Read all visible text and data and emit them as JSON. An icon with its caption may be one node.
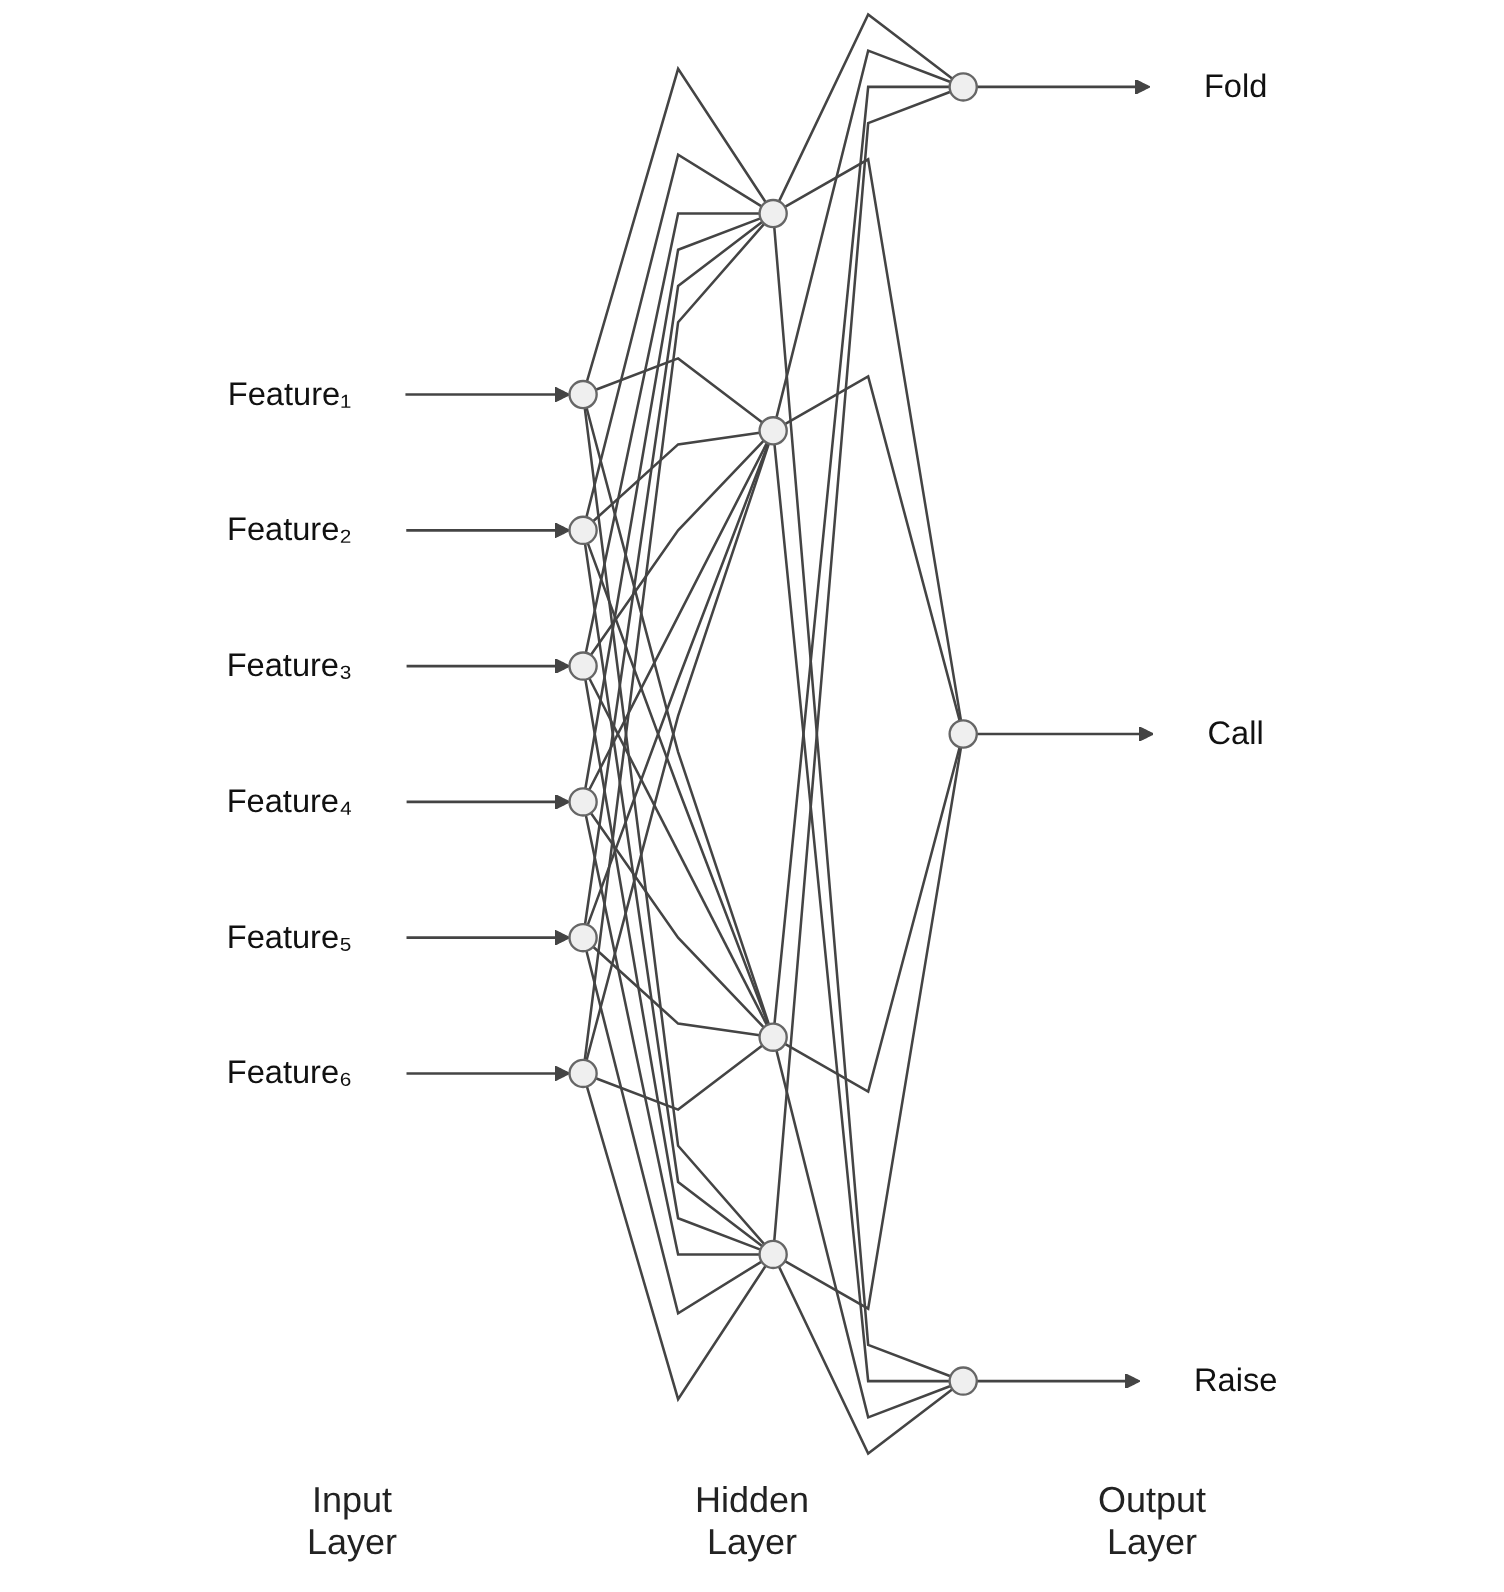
{
  "diagram": {
    "nodes": [
      {
        "text": [
          "Feature₁"
        ]
      },
      {
        "text": [
          "Feature₂"
        ]
      },
      {
        "text": [
          "Feature₃"
        ]
      },
      {
        "text": [
          "Feature₄"
        ]
      },
      {
        "text": [
          "Feature₅"
        ]
      },
      {
        "text": [
          "Feature₆"
        ]
      },
      {
        "text": [],
        "shape": "circle"
      },
      {
        "text": [],
        "shape": "circle"
      },
      {
        "text": [],
        "shape": "circle"
      },
      {
        "text": [],
        "shape": "circle"
      },
      {
        "text": [],
        "shape": "circle"
      },
      {
        "text": [],
        "shape": "circle"
      },
      {
        "text": [],
        "shape": "circle"
      },
      {
        "text": [],
        "shape": "circle"
      },
      {
        "text": [],
        "shape": "circle"
      },
      {
        "text": [],
        "shape": "circle"
      },
      {
        "text": [],
        "shape": "circle"
      },
      {
        "text": [],
        "shape": "circle"
      },
      {
        "text": [],
        "shape": "circle"
      },
      {
        "text": [
          "Fold"
        ]
      },
      {
        "text": [
          "Call"
        ]
      },
      {
        "text": [
          "Raise"
        ]
      }
    ],
    "edges": [
      {
        "from": 0,
        "to": 6,
        "arrow": "to"
      },
      {
        "from": 1,
        "to": 7,
        "arrow": "to"
      },
      {
        "from": 2,
        "to": 8,
        "arrow": "to"
      },
      {
        "from": 3,
        "to": 9,
        "arrow": "to"
      },
      {
        "from": 4,
        "to": 10,
        "arrow": "to"
      },
      {
        "from": 5,
        "to": 11,
        "arrow": "to"
      },
      {
        "from": 6,
        "to": 12,
        "arrow": "none"
      },
      {
        "from": 6,
        "to": 13,
        "arrow": "none"
      },
      {
        "from": 6,
        "to": 14,
        "arrow": "none"
      },
      {
        "from": 6,
        "to": 15,
        "arrow": "none"
      },
      {
        "from": 7,
        "to": 12,
        "arrow": "none"
      },
      {
        "from": 7,
        "to": 13,
        "arrow": "none"
      },
      {
        "from": 7,
        "to": 14,
        "arrow": "none"
      },
      {
        "from": 7,
        "to": 15,
        "arrow": "none"
      },
      {
        "from": 8,
        "to": 12,
        "arrow": "none"
      },
      {
        "from": 8,
        "to": 13,
        "arrow": "none"
      },
      {
        "from": 8,
        "to": 14,
        "arrow": "none"
      },
      {
        "from": 8,
        "to": 15,
        "arrow": "none"
      },
      {
        "from": 9,
        "to": 12,
        "arrow": "none"
      },
      {
        "from": 9,
        "to": 13,
        "arrow": "none"
      },
      {
        "from": 9,
        "to": 14,
        "arrow": "none"
      },
      {
        "from": 9,
        "to": 15,
        "arrow": "none"
      },
      {
        "from": 10,
        "to": 12,
        "arrow": "none"
      },
      {
        "from": 10,
        "to": 13,
        "arrow": "none"
      },
      {
        "from": 10,
        "to": 14,
        "arrow": "none"
      },
      {
        "from": 10,
        "to": 15,
        "arrow": "none"
      },
      {
        "from": 11,
        "to": 12,
        "arrow": "none"
      },
      {
        "from": 11,
        "to": 13,
        "arrow": "none"
      },
      {
        "from": 11,
        "to": 14,
        "arrow": "none"
      },
      {
        "from": 11,
        "to": 15,
        "arrow": "none"
      },
      {
        "from": 12,
        "to": 16,
        "arrow": "none"
      },
      {
        "from": 12,
        "to": 17,
        "arrow": "none"
      },
      {
        "from": 12,
        "to": 18,
        "arrow": "none"
      },
      {
        "from": 13,
        "to": 16,
        "arrow": "none"
      },
      {
        "from": 13,
        "to": 17,
        "arrow": "none"
      },
      {
        "from": 13,
        "to": 18,
        "arrow": "none"
      },
      {
        "from": 14,
        "to": 16,
        "arrow": "none"
      },
      {
        "from": 14,
        "to": 17,
        "arrow": "none"
      },
      {
        "from": 14,
        "to": 18,
        "arrow": "none"
      },
      {
        "from": 15,
        "to": 16,
        "arrow": "none"
      },
      {
        "from": 15,
        "to": 17,
        "arrow": "none"
      },
      {
        "from": 15,
        "to": 18,
        "arrow": "none"
      },
      {
        "from": 16,
        "to": 19,
        "arrow": "to"
      },
      {
        "from": 17,
        "to": 20,
        "arrow": "to"
      },
      {
        "from": 18,
        "to": 21,
        "arrow": "to"
      }
    ],
    "labels": [
      "Input Layer",
      "Hidden Layer",
      "Output Layer"
    ]
  }
}
